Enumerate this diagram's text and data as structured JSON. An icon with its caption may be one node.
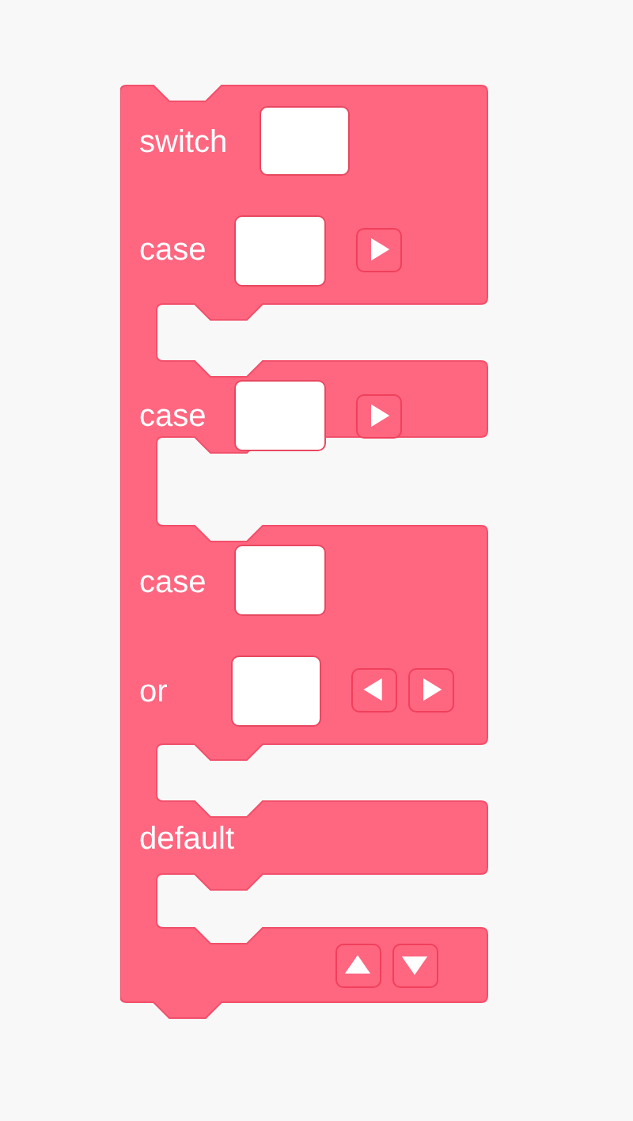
{
  "diagram": {
    "nodes": [
      {
        "text": [
          "switch",
          "case",
          "case",
          "case",
          "or",
          "default"
        ]
      }
    ]
  }
}
